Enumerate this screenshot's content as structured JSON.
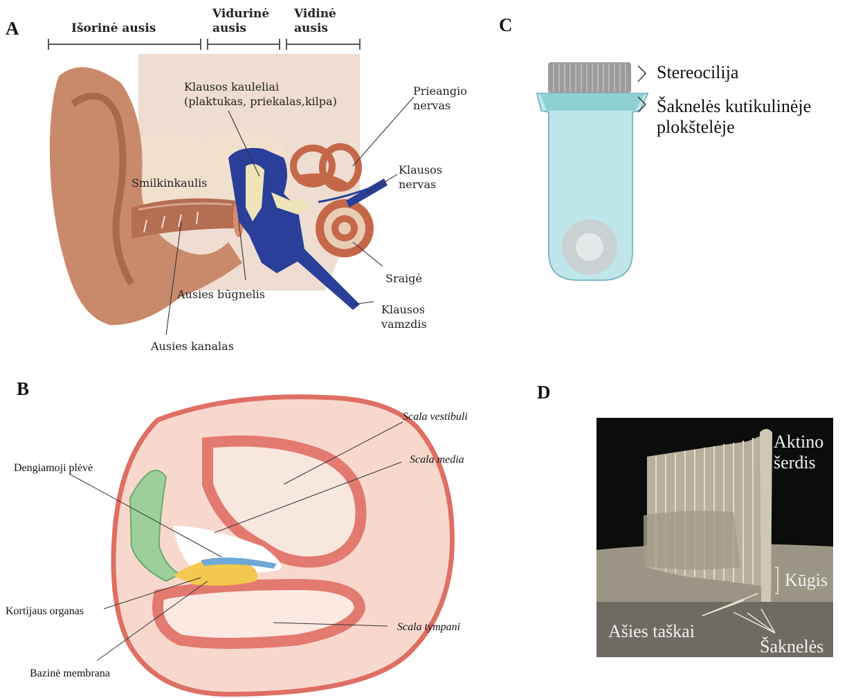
{
  "panels": {
    "A": {
      "letter": "A",
      "sections": [
        "Išorinė ausis",
        "Vidurinė\nausis",
        "Vidinė\nausis"
      ],
      "labels": {
        "ossicles": "Klausos kauleliai\n(plaktukas, priekalas,kilpa)",
        "vestibular_nerve": "Prieangio\nnervas",
        "temporal_bone": "Smilkinkaulis",
        "auditory_nerve": "Klausos\nnervas",
        "cochlea": "Sraigė",
        "eardrum": "Ausies būgnelis",
        "eustachian_tube": "Klausos\nvamzdis",
        "ear_canal": "Ausies kanalas"
      }
    },
    "B": {
      "letter": "B",
      "labels": {
        "scala_vestibuli": "Scala vestibuli",
        "scala_media": "Scala media",
        "tectorial_membrane": "Dengiamoji plėvė",
        "organ_of_corti": "Kortijaus organas",
        "scala_tympani": "Scala tympani",
        "basilar_membrane": "Bazinė membrana"
      }
    },
    "C": {
      "letter": "C",
      "labels": {
        "stereocilia": "Stereocilija",
        "cuticular_plate": "Šaknelės kutikulinėje\nplokštelėje"
      }
    },
    "D": {
      "letter": "D",
      "labels": {
        "actin_core": "Aktino\nšerdis",
        "taper": "Kūgis",
        "insertion_points": "Ašies taškai",
        "rootlets": "Šaknelės"
      }
    }
  },
  "colors": {
    "skin": "#c98a6c",
    "bone": "#efdcc8",
    "ossicle_blue": "#2a3f9a",
    "cochlea_red": "#c5684a",
    "duct_red": "#e37a6f",
    "duct_pink": "#f9e3dc",
    "hair_cell_blue": "#bfe6ea",
    "sem_dark": "#0c0c0c",
    "sem_floor": "#9b9585"
  }
}
